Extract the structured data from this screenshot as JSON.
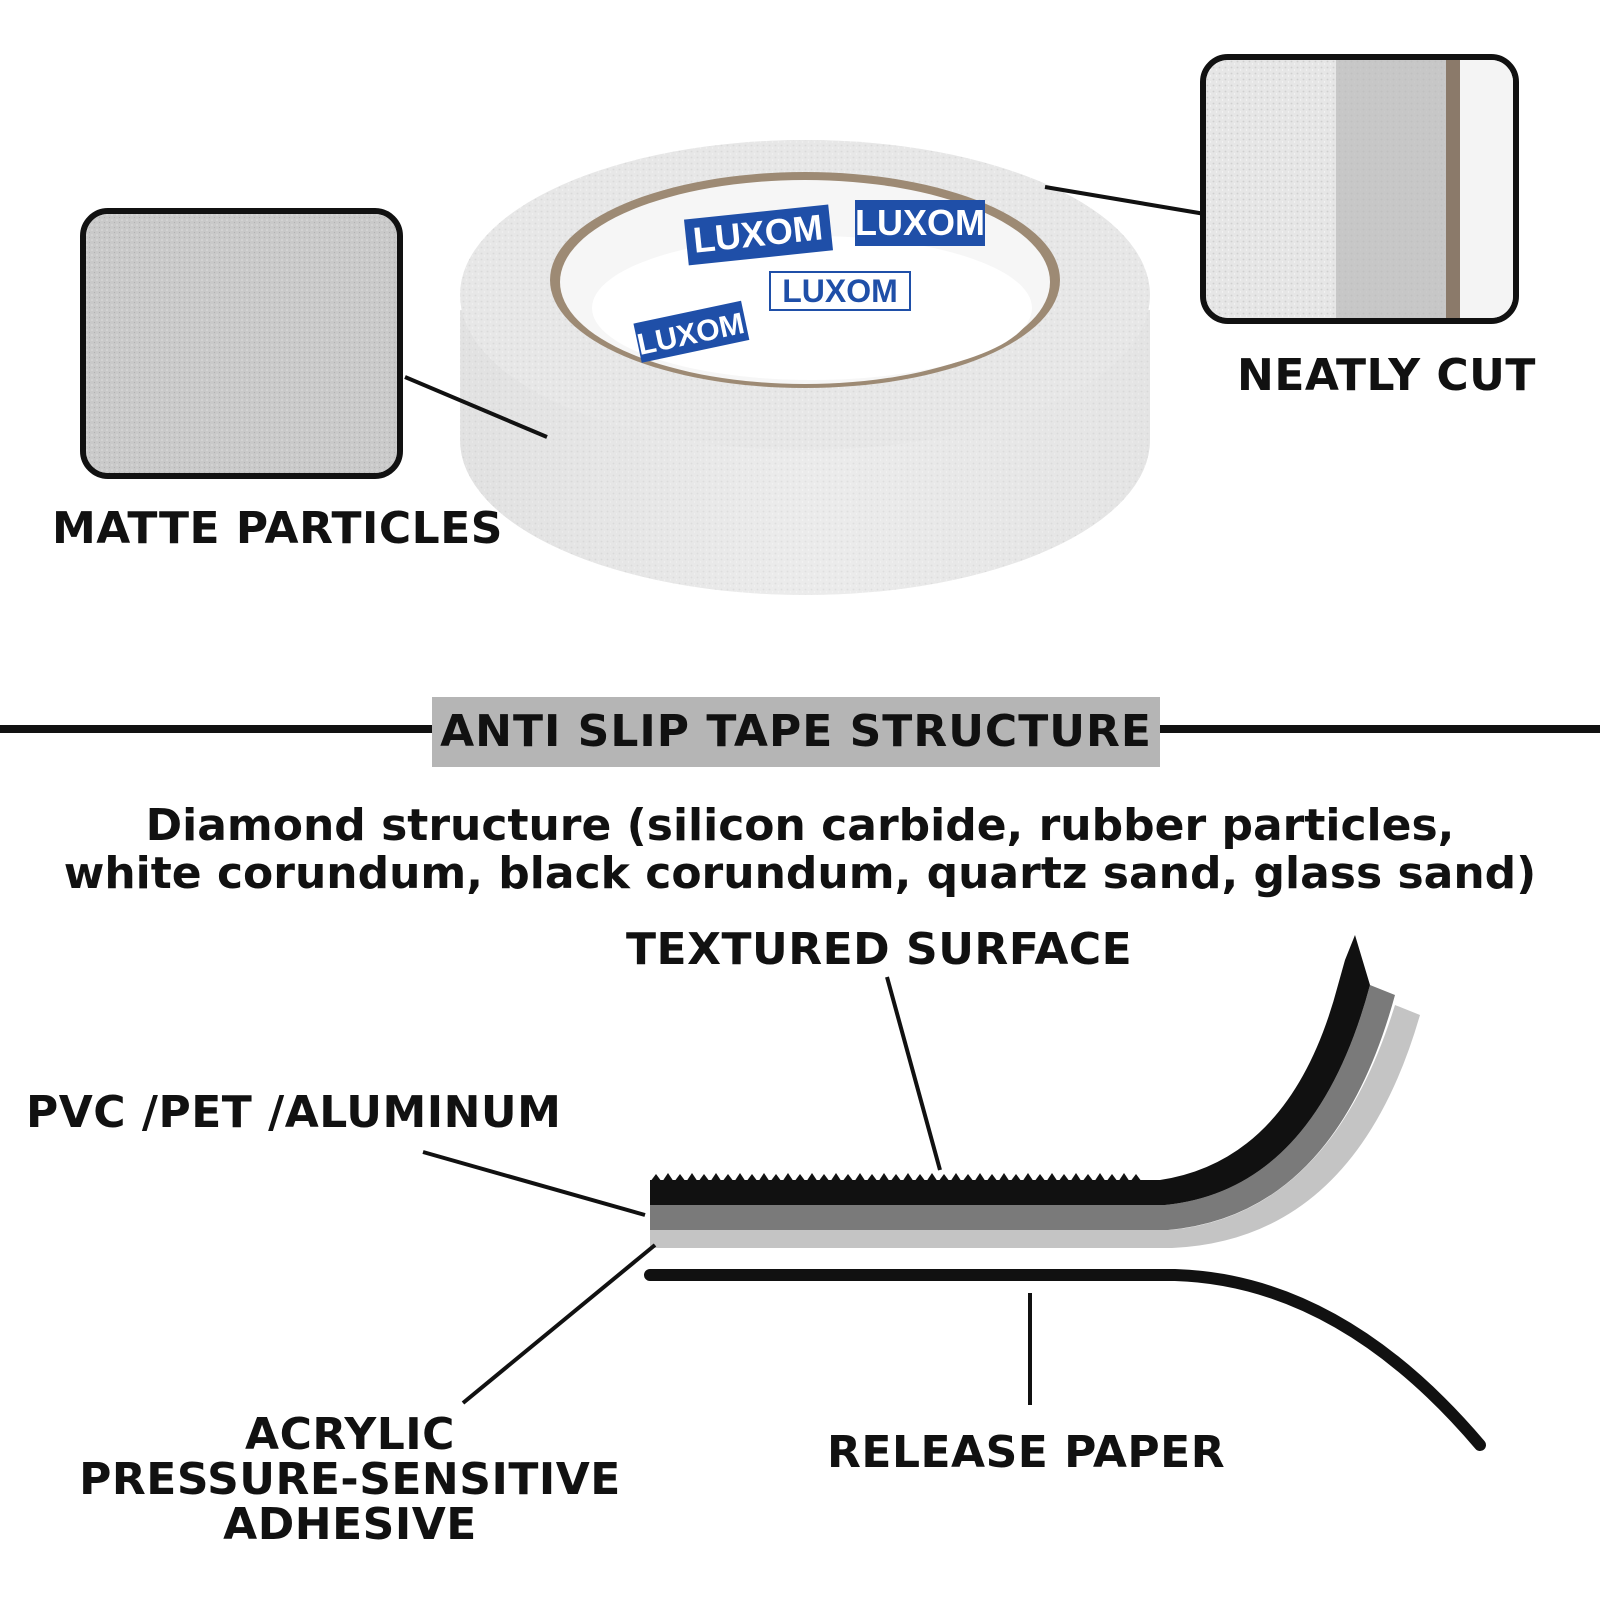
{
  "top": {
    "zoom_left_label": "MATTE PARTICLES",
    "zoom_right_label": "NEATLY CUT",
    "core_brand": "LUXOM"
  },
  "section": {
    "title": "ANTI SLIP TAPE STRUCTURE",
    "description_line1": "Diamond structure (silicon carbide, rubber particles,",
    "description_line2": "white corundum, black corundum, quartz sand, glass sand)"
  },
  "layers": {
    "textured_surface": "TEXTURED SURFACE",
    "substrate": "PVC /PET /ALUMINUM",
    "adhesive_line1": "ACRYLIC",
    "adhesive_line2": "PRESSURE-SENSITIVE",
    "adhesive_line3": "ADHESIVE",
    "release_paper": "RELEASE PAPER"
  },
  "colors": {
    "rule": "#111111",
    "band": "#b5b5b5",
    "brand_blue": "#1f4fa8",
    "tape_white": "#eeeeee"
  }
}
